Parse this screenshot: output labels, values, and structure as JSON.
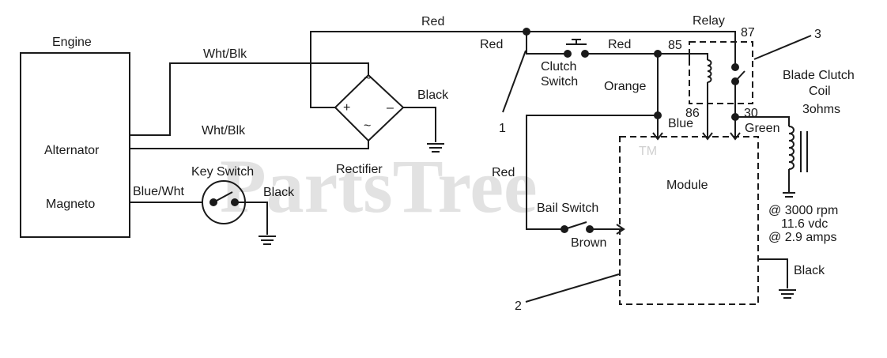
{
  "watermark": {
    "text": "PartsTree",
    "tm": "TM"
  },
  "labels": {
    "engine": "Engine",
    "alternator": "Alternator",
    "magneto": "Magneto",
    "wht_blk_top": "Wht/Blk",
    "wht_blk_bottom": "Wht/Blk",
    "red_top": "Red",
    "red_left": "Red",
    "red_clutch": "Red",
    "red_bail": "Red",
    "relay": "Relay",
    "pin_87": "87",
    "pin_85": "85",
    "pin_86": "86",
    "pin_30": "30",
    "callout_3": "3",
    "callout_1": "1",
    "callout_2": "2",
    "clutch_switch_line1": "Clutch",
    "clutch_switch_line2": "Switch",
    "orange": "Orange",
    "blue": "Blue",
    "green": "Green",
    "black_rectifier": "Black",
    "black_key": "Black",
    "black_module": "Black",
    "rectifier": "Rectifier",
    "key_switch": "Key Switch",
    "blue_wht": "Blue/Wht",
    "module": "Module",
    "bail_switch": "Bail Switch",
    "brown": "Brown",
    "coil_line1": "Blade Clutch",
    "coil_line2": "Coil",
    "coil_line3": "3ohms",
    "spec_line1": "@ 3000 rpm",
    "spec_line2": "11.6 vdc",
    "spec_line3": "@ 2.9 amps",
    "ac_top": "~",
    "ac_bottom": "~",
    "plus": "+",
    "minus": "–"
  }
}
